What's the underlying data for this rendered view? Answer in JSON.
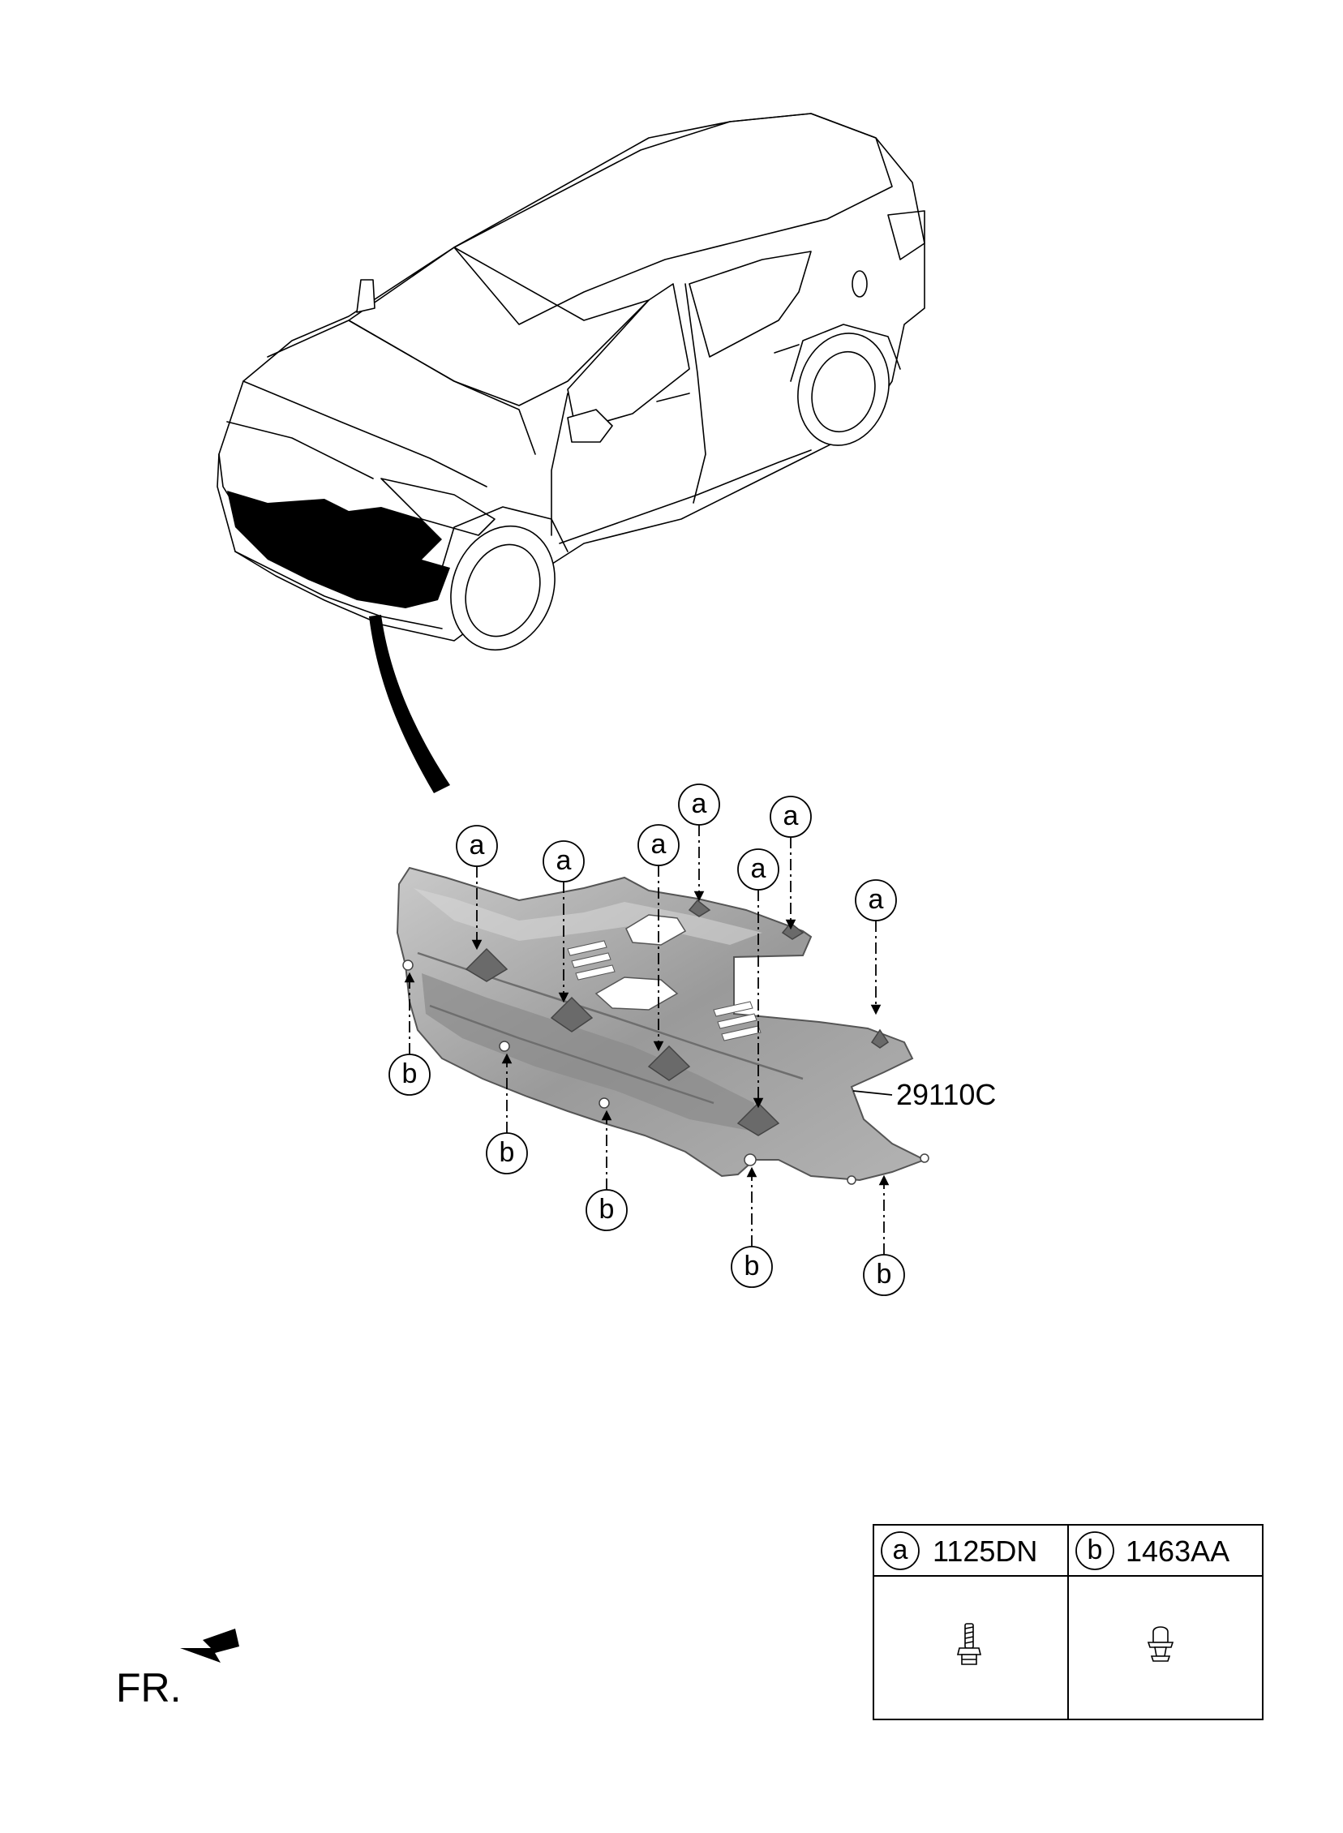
{
  "part_label": "29110C",
  "callouts": {
    "a": "a",
    "b": "b"
  },
  "legend": {
    "items": [
      {
        "key": "a",
        "code": "1125DN",
        "icon": "bolt-icon"
      },
      {
        "key": "b",
        "code": "1463AA",
        "icon": "clip-icon"
      }
    ]
  },
  "direction_label": "FR.",
  "colors": {
    "stroke": "#000000",
    "panel_fill": "#9a9a9a",
    "panel_shade": "#7d7d7d",
    "panel_highlight": "#c4c4c4",
    "background": "#ffffff"
  }
}
